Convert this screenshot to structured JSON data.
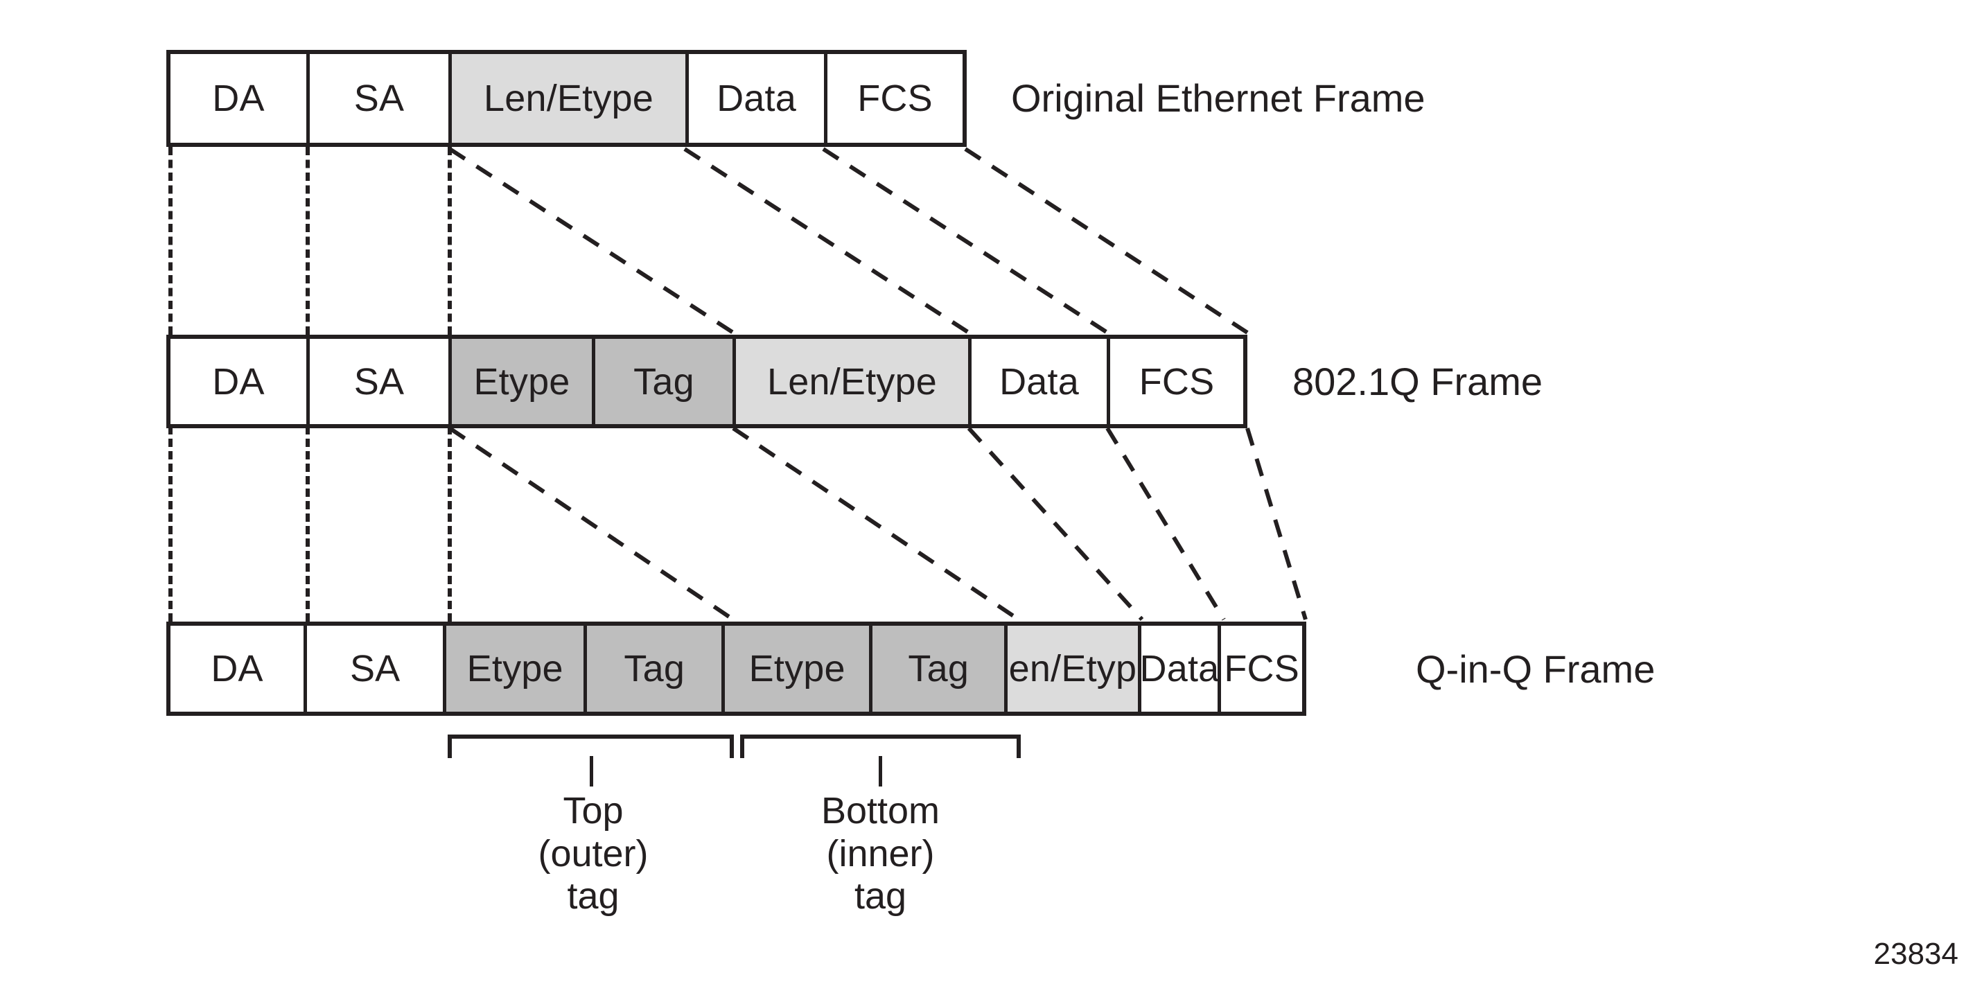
{
  "figure": {
    "id_label": "23834",
    "palette": {
      "stroke": "#231f20",
      "background": "#ffffff",
      "fill_white": "#ffffff",
      "fill_light_gray": "#dcdcdc",
      "fill_dark_gray": "#bebebe"
    }
  },
  "rows": [
    {
      "key": "original",
      "caption": "Original Ethernet Frame",
      "cells": [
        {
          "label": "DA",
          "fill": "white"
        },
        {
          "label": "SA",
          "fill": "white"
        },
        {
          "label": "Len/Etype",
          "fill": "light"
        },
        {
          "label": "Data",
          "fill": "white"
        },
        {
          "label": "FCS",
          "fill": "white"
        }
      ]
    },
    {
      "key": "dot1q",
      "caption": "802.1Q Frame",
      "cells": [
        {
          "label": "DA",
          "fill": "white"
        },
        {
          "label": "SA",
          "fill": "white"
        },
        {
          "label": "Etype",
          "fill": "dark"
        },
        {
          "label": "Tag",
          "fill": "dark"
        },
        {
          "label": "Len/Etype",
          "fill": "light"
        },
        {
          "label": "Data",
          "fill": "white"
        },
        {
          "label": "FCS",
          "fill": "white"
        }
      ]
    },
    {
      "key": "qinq",
      "caption": "Q-in-Q Frame",
      "cells": [
        {
          "label": "DA",
          "fill": "white"
        },
        {
          "label": "SA",
          "fill": "white"
        },
        {
          "label": "Etype",
          "fill": "dark"
        },
        {
          "label": "Tag",
          "fill": "dark"
        },
        {
          "label": "Etype",
          "fill": "dark"
        },
        {
          "label": "Tag",
          "fill": "dark"
        },
        {
          "label": "Len/Etype",
          "fill": "light"
        },
        {
          "label": "Data",
          "fill": "white"
        },
        {
          "label": "FCS",
          "fill": "white"
        }
      ]
    }
  ],
  "brackets": [
    {
      "key": "outer",
      "label": "Top\n(outer)\ntag"
    },
    {
      "key": "inner",
      "label": "Bottom\n(inner)\ntag"
    }
  ]
}
